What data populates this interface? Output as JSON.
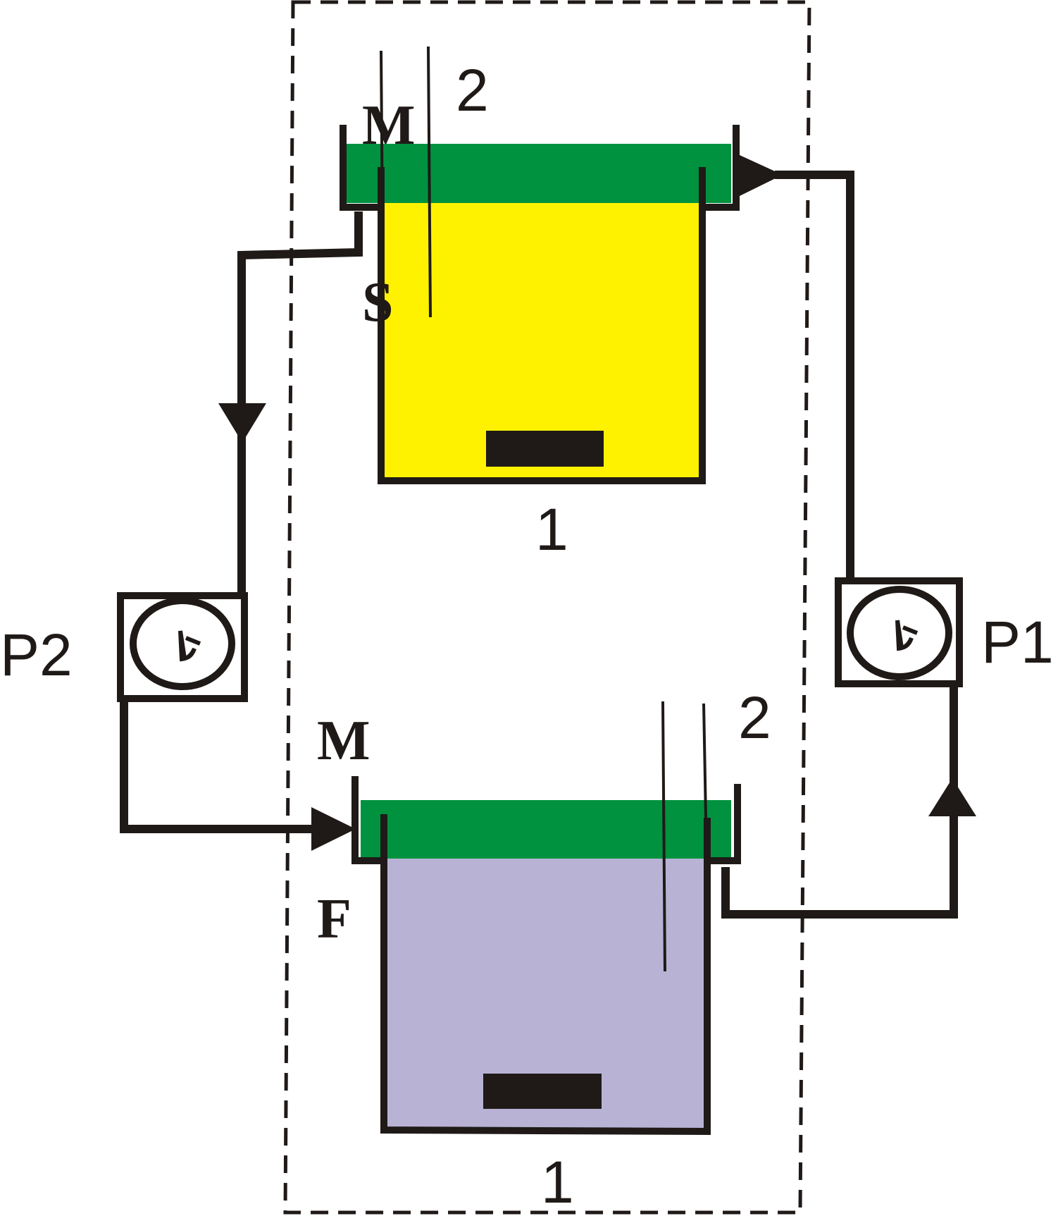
{
  "colors": {
    "membrane": "#00923f",
    "stripping_solution": "#fff200",
    "feed_solution": "#b8b3d5",
    "line": "#1f1a17",
    "background": "#ffffff"
  },
  "labels": {
    "top_cell_membrane": "M",
    "top_cell_solution": "S",
    "top_cell_number": "1",
    "top_cell_electrode": "2",
    "bottom_cell_membrane": "M",
    "bottom_cell_solution": "F",
    "bottom_cell_number": "1",
    "bottom_cell_electrode": "2",
    "pump_left": "P2",
    "pump_right": "P1"
  },
  "icons": {
    "pump": "peristaltic-pump-icon",
    "stirrer": "magnetic-stir-bar-icon",
    "flow": "flow-arrow-icon"
  }
}
